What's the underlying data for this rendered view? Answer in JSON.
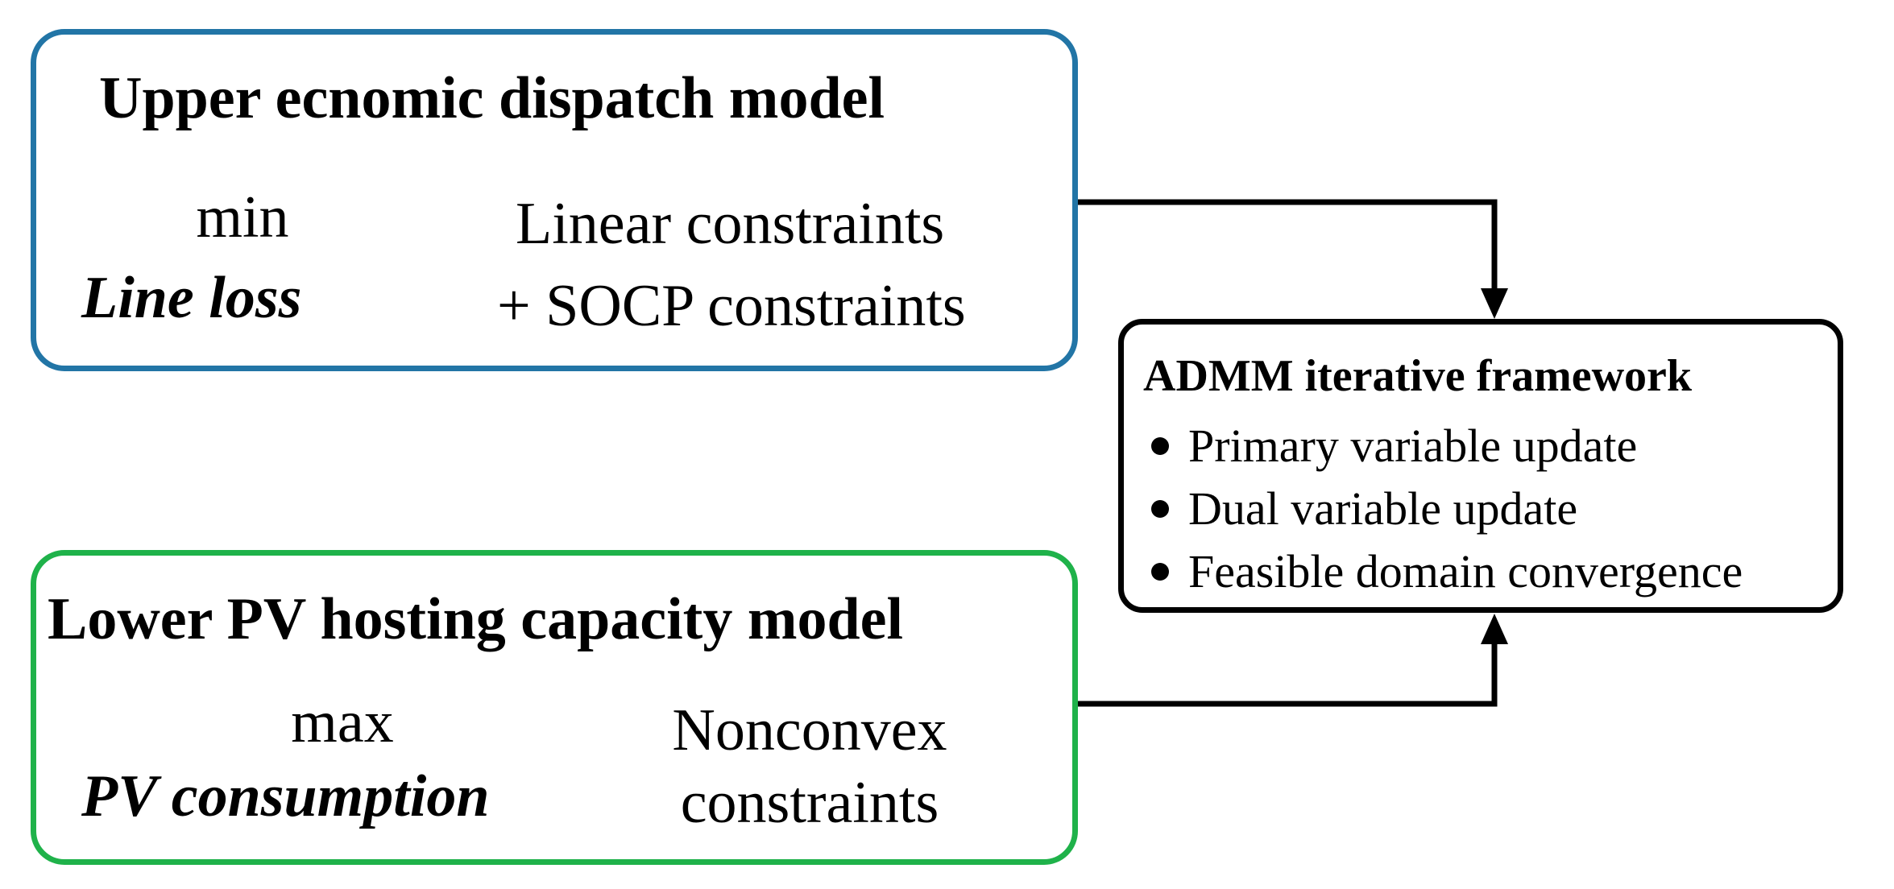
{
  "upper_model": {
    "title": "Upper ecnomic dispatch model",
    "objective_sense": "min",
    "objective": "Line loss",
    "constraints_line1": "Linear  constraints",
    "constraints_line2": "+ SOCP constraints"
  },
  "lower_model": {
    "title": "Lower PV hosting capacity model",
    "objective_sense": "max",
    "objective": "PV consumption",
    "constraints_line1": "Nonconvex",
    "constraints_line2": "constraints"
  },
  "admm": {
    "title": "ADMM iterative framework",
    "steps": [
      "Primary variable update",
      "Dual variable update",
      "Feasible domain convergence"
    ]
  },
  "colors": {
    "upper_border": "#2275a6",
    "lower_border": "#1fb24a",
    "admm_border": "#000000",
    "arrow": "#000000"
  }
}
